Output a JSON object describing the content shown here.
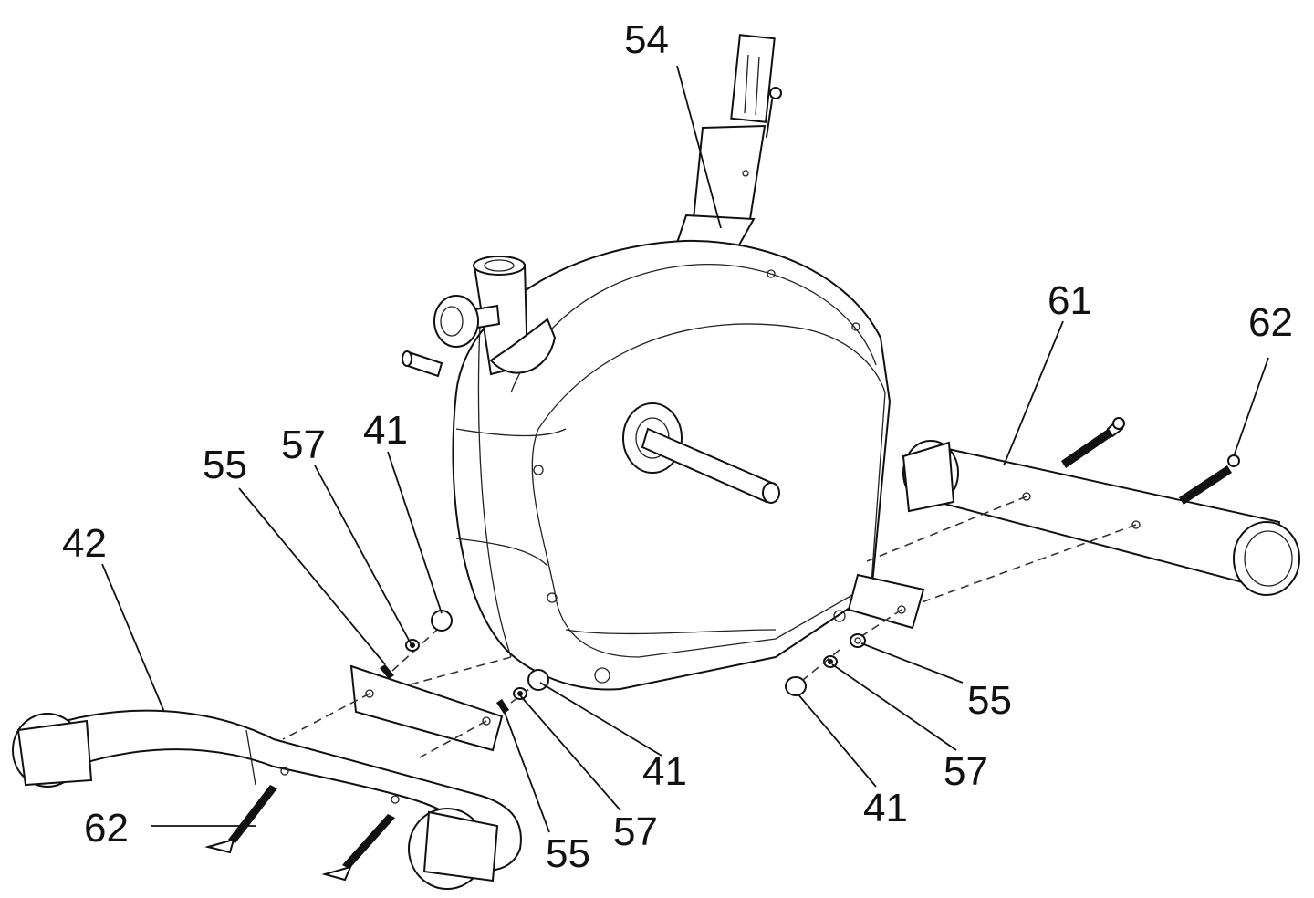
{
  "callouts": {
    "c54": "54",
    "c61": "61",
    "c62_right": "62",
    "c55_left": "55",
    "c57_left": "57",
    "c41_left": "41",
    "c42": "42",
    "c62_left": "62",
    "c55_mid": "55",
    "c57_mid": "57",
    "c41_mid": "41",
    "c55_right": "55",
    "c57_right": "57",
    "c41_right": "41"
  }
}
